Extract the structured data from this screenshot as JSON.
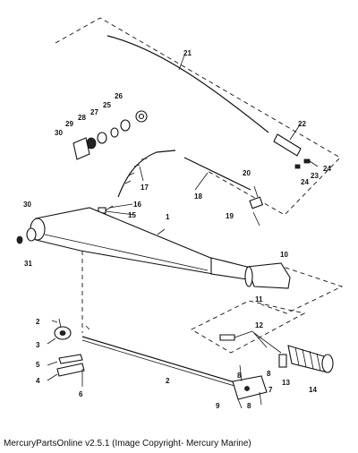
{
  "caption": "MercuryPartsOnline v2.5.1 (Image Copyright- Mercury Marine)",
  "callouts": {
    "c1": "1",
    "c2": "2",
    "c2b": "2",
    "c3": "3",
    "c4": "4",
    "c5": "5",
    "c6": "6",
    "c7": "7",
    "c8a": "8",
    "c8b": "8",
    "c8c": "8",
    "c9": "9",
    "c10": "10",
    "c11": "11",
    "c12": "12",
    "c13": "13",
    "c14": "14",
    "c15": "15",
    "c16": "16",
    "c17": "17",
    "c18": "18",
    "c19": "19",
    "c20": "20",
    "c21": "21",
    "c22": "22",
    "c23": "23",
    "c24a": "24",
    "c24b": "24",
    "c25": "25",
    "c26": "26",
    "c27": "27",
    "c28": "28",
    "c29": "29",
    "c30a": "30",
    "c30b": "30",
    "c31": "31"
  }
}
